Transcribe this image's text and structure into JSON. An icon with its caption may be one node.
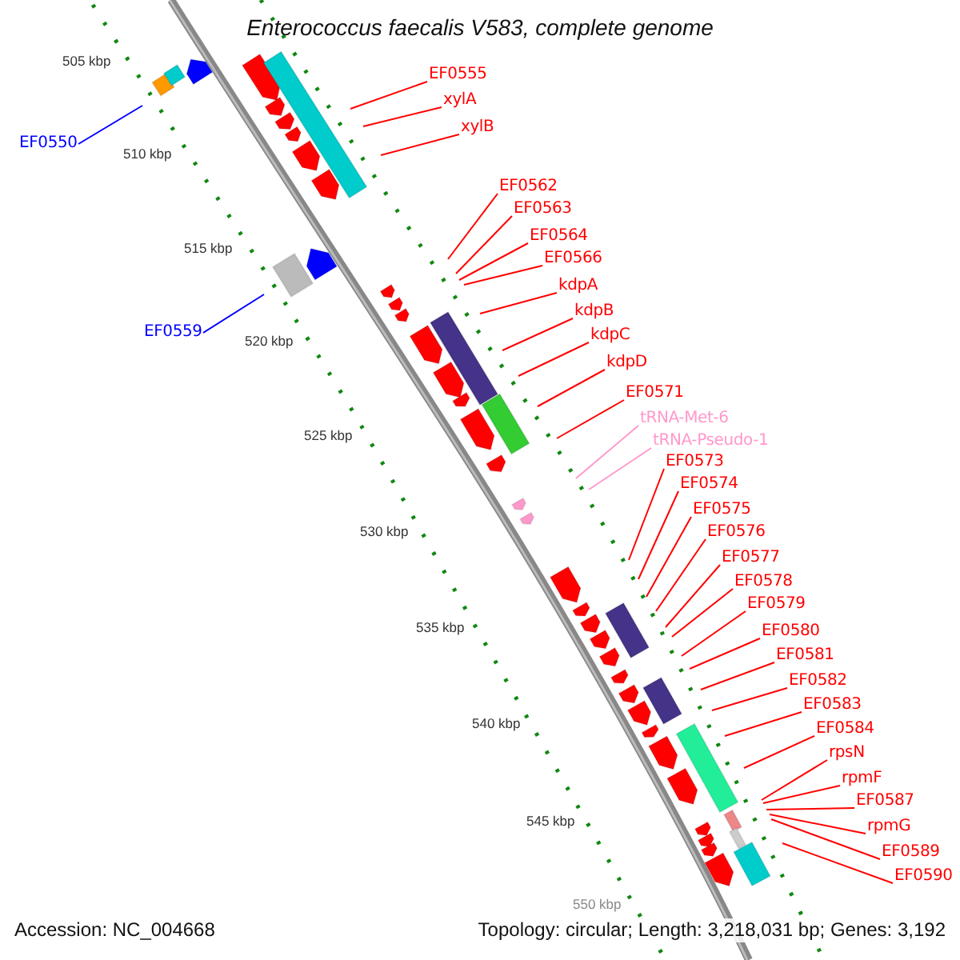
{
  "diagram": {
    "title": "Enterococcus faecalis V583, complete genome",
    "nodes": [
      {
        "text": [
          "EF0555"
        ]
      },
      {
        "text": [
          "xylA"
        ]
      },
      {
        "text": [
          "xylB"
        ]
      },
      {
        "text": [
          "EF0550"
        ]
      },
      {
        "text": [
          "EF0562"
        ]
      },
      {
        "text": [
          "EF0563"
        ]
      },
      {
        "text": [
          "EF0564"
        ]
      },
      {
        "text": [
          "EF0566"
        ]
      },
      {
        "text": [
          "kdpA"
        ]
      },
      {
        "text": [
          "kdpB"
        ]
      },
      {
        "text": [
          "EF0559"
        ]
      },
      {
        "text": [
          "kdpC"
        ]
      },
      {
        "text": [
          "kdpD"
        ]
      },
      {
        "text": [
          "EF0571"
        ]
      },
      {
        "text": [
          "tRNA-Met-6"
        ]
      },
      {
        "text": [
          "tRNA-Pseudo-1"
        ]
      },
      {
        "text": [
          "EF0573"
        ]
      },
      {
        "text": [
          "EF0574"
        ]
      },
      {
        "text": [
          "EF0575"
        ]
      },
      {
        "text": [
          "EF0576"
        ]
      },
      {
        "text": [
          "EF0577"
        ]
      },
      {
        "text": [
          "EF0578"
        ]
      },
      {
        "text": [
          "EF0579"
        ]
      },
      {
        "text": [
          "EF0580"
        ]
      },
      {
        "text": [
          "EF0581"
        ]
      },
      {
        "text": [
          "EF0582"
        ]
      },
      {
        "text": [
          "EF0583"
        ]
      },
      {
        "text": [
          "EF0584"
        ]
      },
      {
        "text": [
          "rpsN"
        ]
      },
      {
        "text": [
          "rpmF"
        ]
      },
      {
        "text": [
          "EF0587"
        ]
      },
      {
        "text": [
          "rpmG"
        ]
      },
      {
        "text": [
          "EF0589"
        ]
      },
      {
        "text": [
          "EF0590"
        ]
      }
    ],
    "edges": [
      {
        "from": 0,
        "to": null,
        "arrow": "none"
      },
      {
        "from": 1,
        "to": null,
        "arrow": "none"
      },
      {
        "from": 2,
        "to": null,
        "arrow": "none"
      },
      {
        "from": 3,
        "to": null,
        "arrow": "none",
        "color": "#0000ff"
      },
      {
        "from": 4,
        "to": null,
        "arrow": "none"
      },
      {
        "from": 5,
        "to": null,
        "arrow": "none"
      },
      {
        "from": 6,
        "to": null,
        "arrow": "none"
      },
      {
        "from": 7,
        "to": null,
        "arrow": "none"
      },
      {
        "from": 8,
        "to": null,
        "arrow": "none"
      },
      {
        "from": 9,
        "to": null,
        "arrow": "none"
      },
      {
        "from": 10,
        "to": null,
        "arrow": "none",
        "color": "#0000ff"
      },
      {
        "from": 11,
        "to": null,
        "arrow": "none"
      },
      {
        "from": 12,
        "to": null,
        "arrow": "none"
      },
      {
        "from": 13,
        "to": null,
        "arrow": "none"
      },
      {
        "from": 14,
        "to": null,
        "arrow": "none",
        "color": "#ff99cc"
      },
      {
        "from": 15,
        "to": null,
        "arrow": "none",
        "color": "#ff99cc"
      },
      {
        "from": 16,
        "to": null,
        "arrow": "none"
      },
      {
        "from": 17,
        "to": null,
        "arrow": "none"
      },
      {
        "from": 18,
        "to": null,
        "arrow": "none"
      },
      {
        "from": 19,
        "to": null,
        "arrow": "none"
      },
      {
        "from": 20,
        "to": null,
        "arrow": "none"
      },
      {
        "from": 21,
        "to": null,
        "arrow": "none"
      },
      {
        "from": 22,
        "to": null,
        "arrow": "none"
      },
      {
        "from": 23,
        "to": null,
        "arrow": "none"
      },
      {
        "from": 24,
        "to": null,
        "arrow": "none"
      },
      {
        "from": 25,
        "to": null,
        "arrow": "none"
      },
      {
        "from": 26,
        "to": null,
        "arrow": "none"
      },
      {
        "from": 27,
        "to": null,
        "arrow": "none"
      },
      {
        "from": 28,
        "to": null,
        "arrow": "none"
      },
      {
        "from": 29,
        "to": null,
        "arrow": "none"
      },
      {
        "from": 30,
        "to": null,
        "arrow": "none"
      },
      {
        "from": 31,
        "to": null,
        "arrow": "none"
      },
      {
        "from": 32,
        "to": null,
        "arrow": "none"
      },
      {
        "from": 33,
        "to": null,
        "arrow": "none"
      }
    ],
    "labels": [
      "505 kbp",
      "510 kbp",
      "515 kbp",
      "520 kbp",
      "525 kbp",
      "530 kbp",
      "535 kbp",
      "540 kbp",
      "545 kbp",
      "550 kbp",
      "Accession: NC_004668",
      "Topology: circular; Length: 3,218,031 bp; Genes: 3,192"
    ]
  }
}
